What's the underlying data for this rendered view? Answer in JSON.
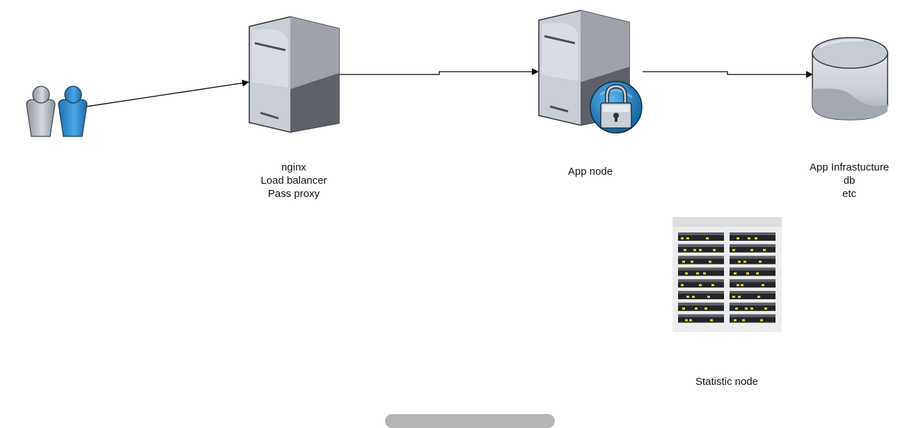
{
  "nodes": {
    "users": {
      "icon": "users-icon"
    },
    "load_balancer": {
      "icon": "server-tower-icon",
      "label_lines": [
        "nginx",
        "Load balancer",
        "Pass proxy"
      ]
    },
    "app_node": {
      "icon": "secure-server-icon",
      "label_lines": [
        "App node"
      ]
    },
    "infrastructure": {
      "icon": "database-cylinder-icon",
      "label_lines": [
        "App Infrastucture",
        "db",
        "etc"
      ]
    },
    "statistic_node": {
      "icon": "server-rack-icon",
      "label_lines": [
        "Statistic node"
      ]
    }
  },
  "edges": [
    {
      "from": "users",
      "to": "load_balancer"
    },
    {
      "from": "load_balancer",
      "to": "app_node"
    },
    {
      "from": "app_node",
      "to": "infrastructure"
    }
  ],
  "colors": {
    "edge": "#000000",
    "server_body": "#c9cdd4",
    "user_blue": "#3a93d3",
    "user_gray": "#b8bcc3",
    "rack_led": "#e8d43a"
  }
}
